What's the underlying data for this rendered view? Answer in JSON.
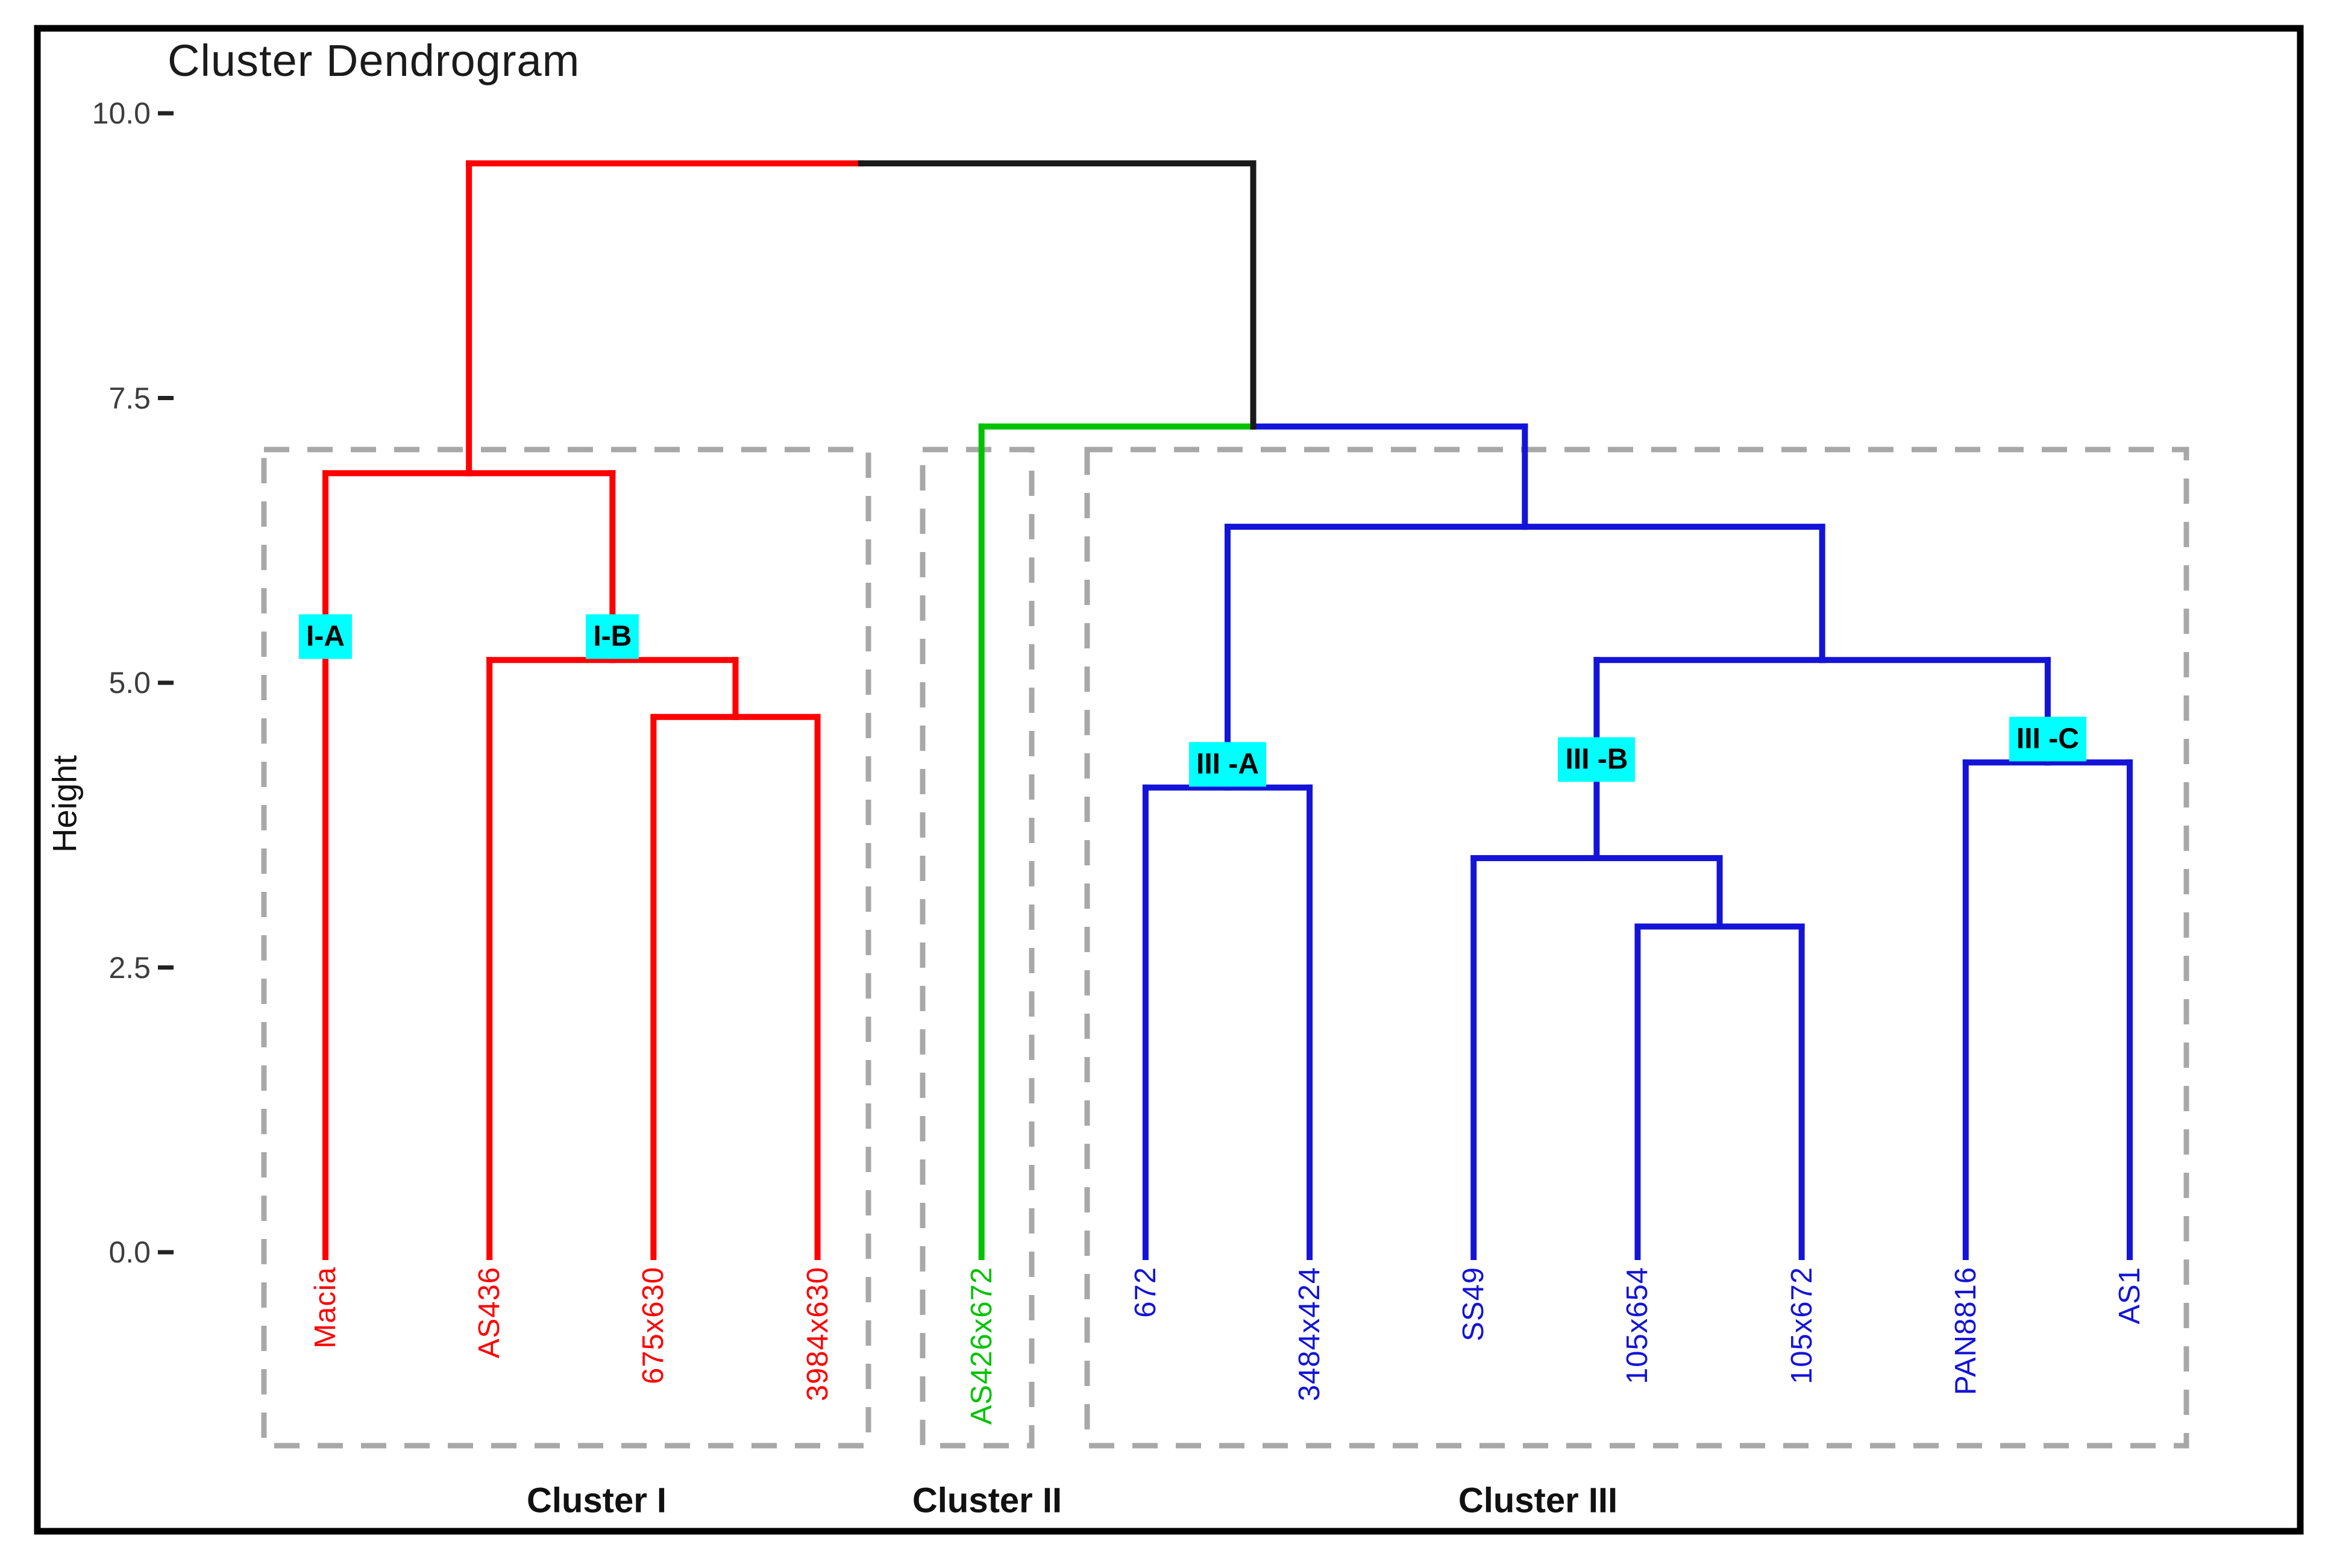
{
  "chart_data": {
    "type": "dendrogram",
    "title": "Cluster Dendrogram",
    "ylabel": "Height",
    "y_ticks": [
      {
        "value": 0.0,
        "label": "0.0"
      },
      {
        "value": 2.5,
        "label": "2.5"
      },
      {
        "value": 5.0,
        "label": "5.0"
      },
      {
        "value": 7.5,
        "label": "7.5"
      },
      {
        "value": 10.0,
        "label": "10.0"
      }
    ],
    "ylim": [
      0,
      10
    ],
    "grid": "off",
    "cluster_colors": {
      "I": "#ff0000",
      "II": "#00c300",
      "III": "#1414d8"
    },
    "line_color_root": "#1a1a1a",
    "leaves": [
      {
        "name": "Macia",
        "cluster": "I"
      },
      {
        "name": "AS436",
        "cluster": "I"
      },
      {
        "name": "675x630",
        "cluster": "I"
      },
      {
        "name": "3984x630",
        "cluster": "I"
      },
      {
        "name": "AS426x672",
        "cluster": "II"
      },
      {
        "name": "672",
        "cluster": "III"
      },
      {
        "name": "3484x424",
        "cluster": "III"
      },
      {
        "name": "SS49",
        "cluster": "III"
      },
      {
        "name": "105x654",
        "cluster": "III"
      },
      {
        "name": "105x672",
        "cluster": "III"
      },
      {
        "name": "PAN8816",
        "cluster": "III"
      },
      {
        "name": "AS1",
        "cluster": "III"
      }
    ],
    "merges": [
      {
        "id": "#n1",
        "children": [
          "675x630",
          "3984x630"
        ],
        "height": 4.7,
        "color": "#ff0000"
      },
      {
        "id": "#n2",
        "children": [
          "AS436",
          "#n1"
        ],
        "height": 5.2,
        "color": "#ff0000"
      },
      {
        "id": "#n3",
        "children": [
          "Macia",
          "#n2"
        ],
        "height": 6.84,
        "color": "#ff0000"
      },
      {
        "id": "#m1",
        "children": [
          "672",
          "3484x424"
        ],
        "height": 4.08,
        "color": "#1414d8"
      },
      {
        "id": "#m2",
        "children": [
          "105x654",
          "105x672"
        ],
        "height": 2.86,
        "color": "#1414d8"
      },
      {
        "id": "#m3",
        "children": [
          "SS49",
          "#m2"
        ],
        "height": 3.46,
        "color": "#1414d8"
      },
      {
        "id": "#mC",
        "children": [
          "PAN8816",
          "AS1"
        ],
        "height": 4.3,
        "color": "#1414d8"
      },
      {
        "id": "#m4",
        "children": [
          "#m3",
          "#mC"
        ],
        "height": 5.2,
        "color": "#1414d8"
      },
      {
        "id": "#m5",
        "children": [
          "#m1",
          "#m4"
        ],
        "height": 6.37,
        "color": "#1414d8"
      },
      {
        "id": "#m23",
        "children": [
          "AS426x672",
          "#m5"
        ],
        "height": 7.25,
        "color": "#1414d8",
        "left_color": "#00c300",
        "stem_color": "#1a1a1a"
      },
      {
        "id": "#root",
        "children": [
          "#n3",
          "#m23"
        ],
        "height": 9.56,
        "color": "#1a1a1a",
        "left_color": "#ff0000",
        "right_color": "#1a1a1a"
      }
    ],
    "subcluster_labels": [
      {
        "text": "I-A",
        "anchor": "Macia",
        "bottom_height": 5.21
      },
      {
        "text": "I-B",
        "anchor": "#n2",
        "bottom_height": 5.21
      },
      {
        "text": "III -A",
        "anchor": "#m1",
        "bottom_height": 4.09
      },
      {
        "text": "III -B",
        "anchor": "#m3",
        "bottom_height": 4.13
      },
      {
        "text": "III -C",
        "anchor": "#mC",
        "bottom_height": 4.31
      }
    ],
    "cluster_boxes": [
      {
        "label": "Cluster I",
        "x1": 438,
        "x2": 1441,
        "caption_x": 990
      },
      {
        "label": "Cluster II",
        "x1": 1531,
        "x2": 1712,
        "caption_x": 1638
      },
      {
        "label": "Cluster III",
        "x1": 1804,
        "x2": 3628,
        "caption_x": 2552
      }
    ],
    "legend_position": "none"
  }
}
